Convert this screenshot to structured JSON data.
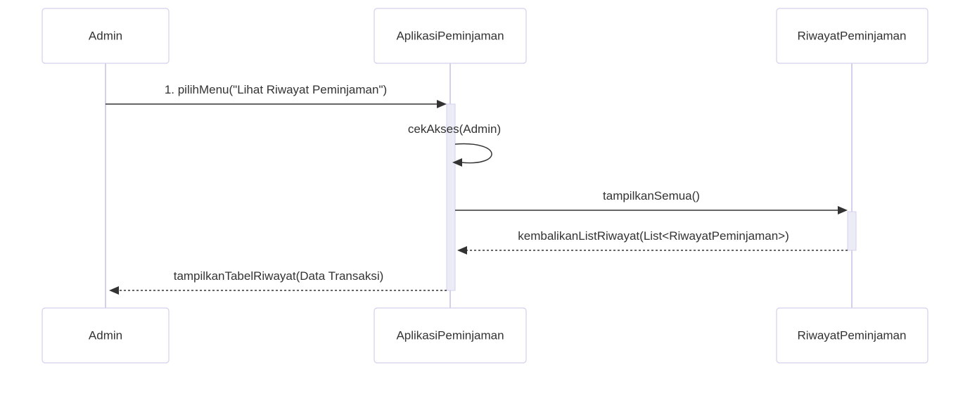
{
  "colors": {
    "actor_border": "#d3d0ec",
    "lifeline": "#d3d0ec",
    "activation_fill": "#ececf6",
    "text": "#333333",
    "arrow": "#333333"
  },
  "actors": {
    "admin": "Admin",
    "app": "AplikasiPeminjaman",
    "riwayat": "RiwayatPeminjaman"
  },
  "messages": [
    {
      "label": "1. pilihMenu(\"Lihat Riwayat Peminjaman\")",
      "from": "Admin",
      "to": "AplikasiPeminjaman",
      "style": "solid"
    },
    {
      "label": "cekAkses(Admin)",
      "from": "AplikasiPeminjaman",
      "to": "AplikasiPeminjaman",
      "style": "solid"
    },
    {
      "label": "tampilkanSemua()",
      "from": "AplikasiPeminjaman",
      "to": "RiwayatPeminjaman",
      "style": "solid"
    },
    {
      "label": "kembalikanListRiwayat(List<RiwayatPeminjaman>)",
      "from": "RiwayatPeminjaman",
      "to": "AplikasiPeminjaman",
      "style": "dashed"
    },
    {
      "label": "tampilkanTabelRiwayat(Data Transaksi)",
      "from": "AplikasiPeminjaman",
      "to": "Admin",
      "style": "dashed"
    }
  ]
}
